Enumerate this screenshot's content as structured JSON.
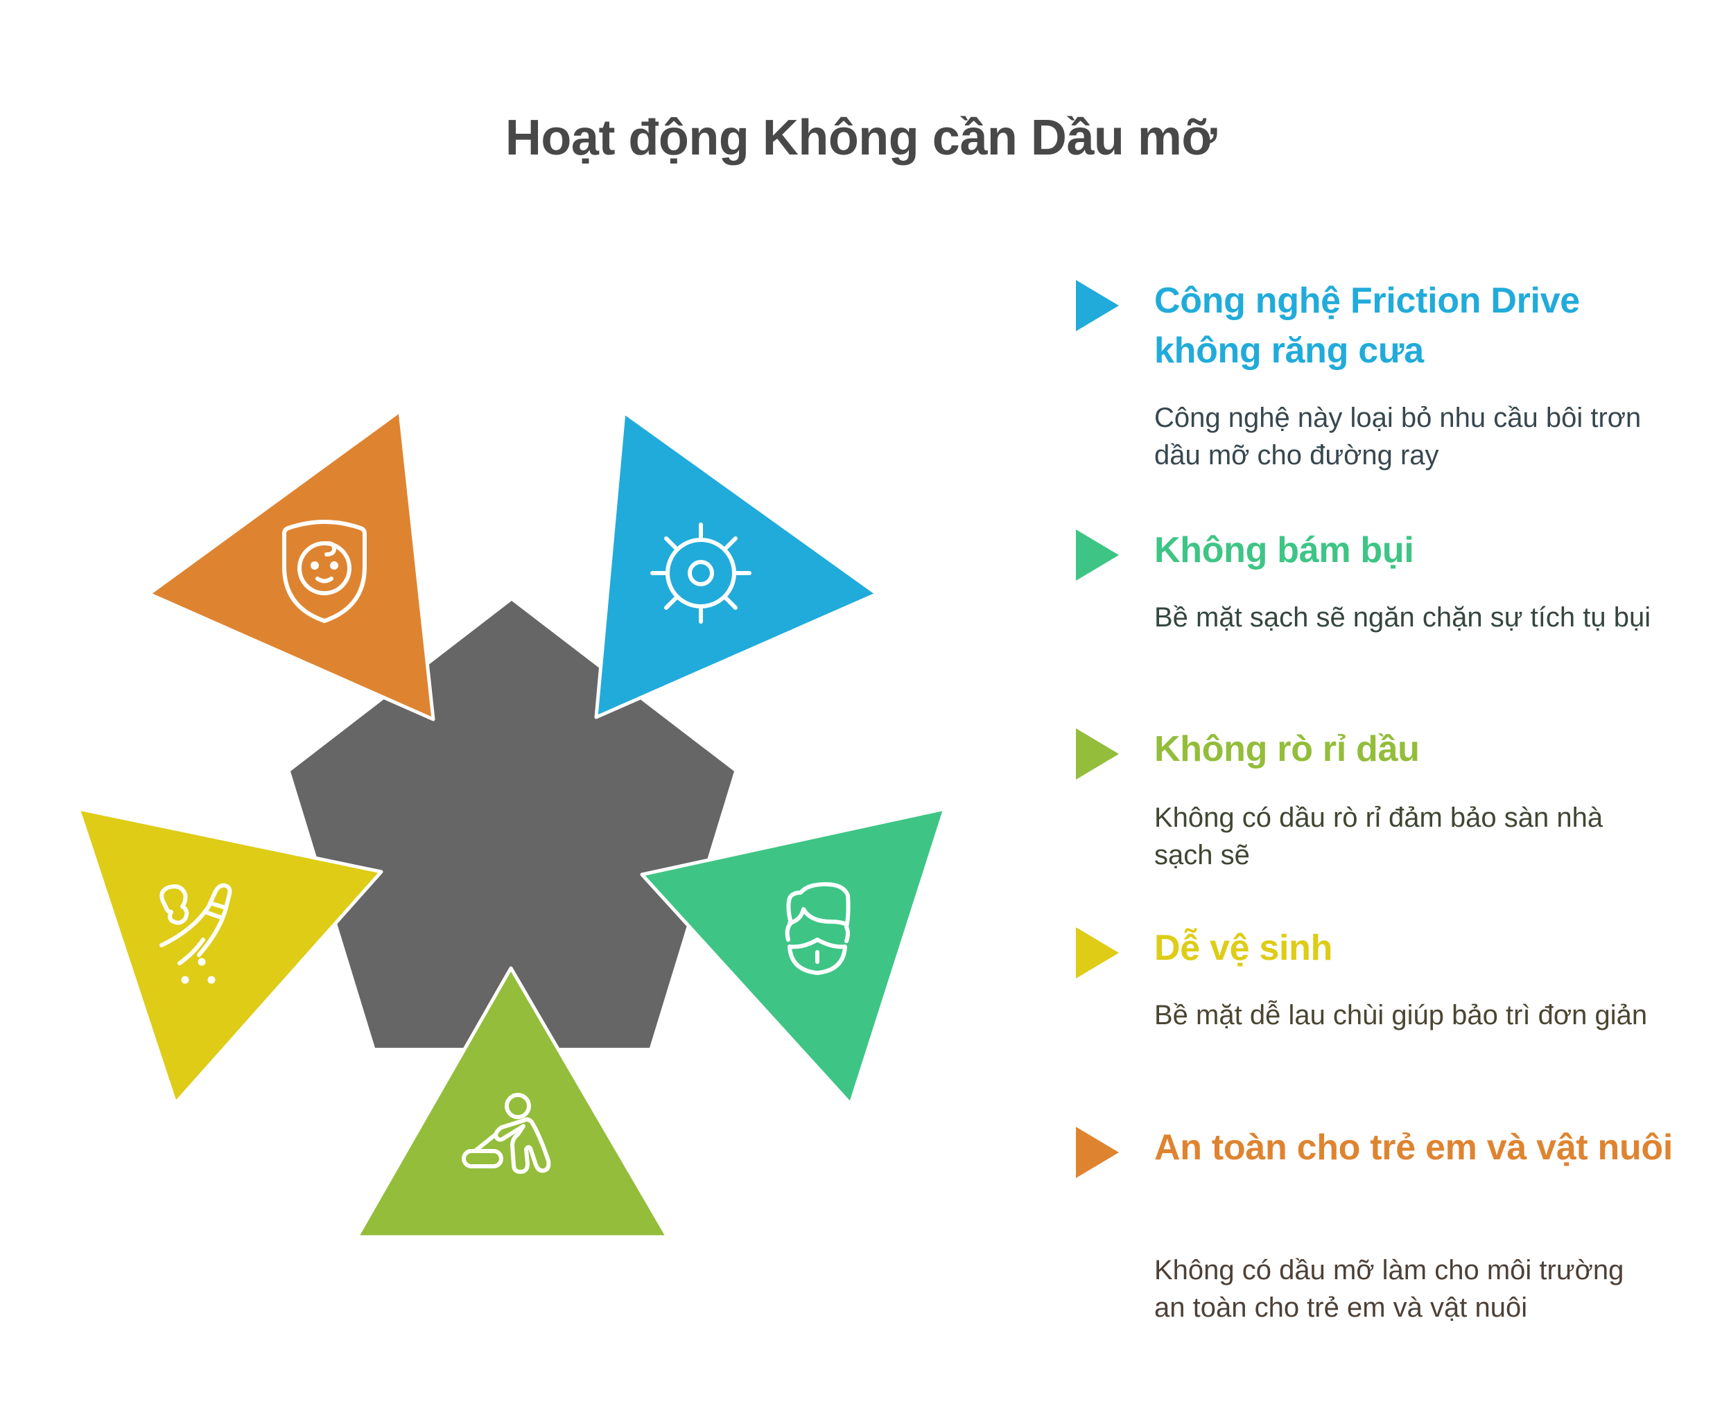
{
  "title": "Hoạt động Không cần Dầu mỡ",
  "center_shape": {
    "name": "pentagon",
    "color": "#666666"
  },
  "items": [
    {
      "heading": "Công nghệ Friction Drive không răng cưa",
      "description": "Công nghệ này loại bỏ nhu cầu bôi trơn dầu mỡ cho đường ray",
      "color": "#21ABDA",
      "text_color": "#37474F",
      "icon": "gear-sun-icon"
    },
    {
      "heading": "Không bám bụi",
      "description": "Bề mặt sạch sẽ ngăn chặn sự tích tụ bụi",
      "color": "#3EC585",
      "text_color": "#35463E",
      "icon": "face-mask-icon"
    },
    {
      "heading": "Không rò rỉ dầu",
      "description": "Không có dầu rò rỉ đảm bảo sàn nhà sạch sẽ",
      "color": "#93BD3A",
      "text_color": "#3F4632",
      "icon": "vacuum-cleaning-person-icon"
    },
    {
      "heading": "Dễ vệ sinh",
      "description": "Bề mặt dễ lau chùi giúp bảo trì đơn giản",
      "color": "#DECC17",
      "text_color": "#4A4632",
      "icon": "broom-dust-icon"
    },
    {
      "heading": "An toàn cho trẻ em và vật nuôi",
      "description": "Không có dầu mỡ làm cho môi trường an toàn cho trẻ em và vật nuôi",
      "color": "#DE8431",
      "text_color": "#4D4037",
      "icon": "child-shield-icon"
    }
  ]
}
